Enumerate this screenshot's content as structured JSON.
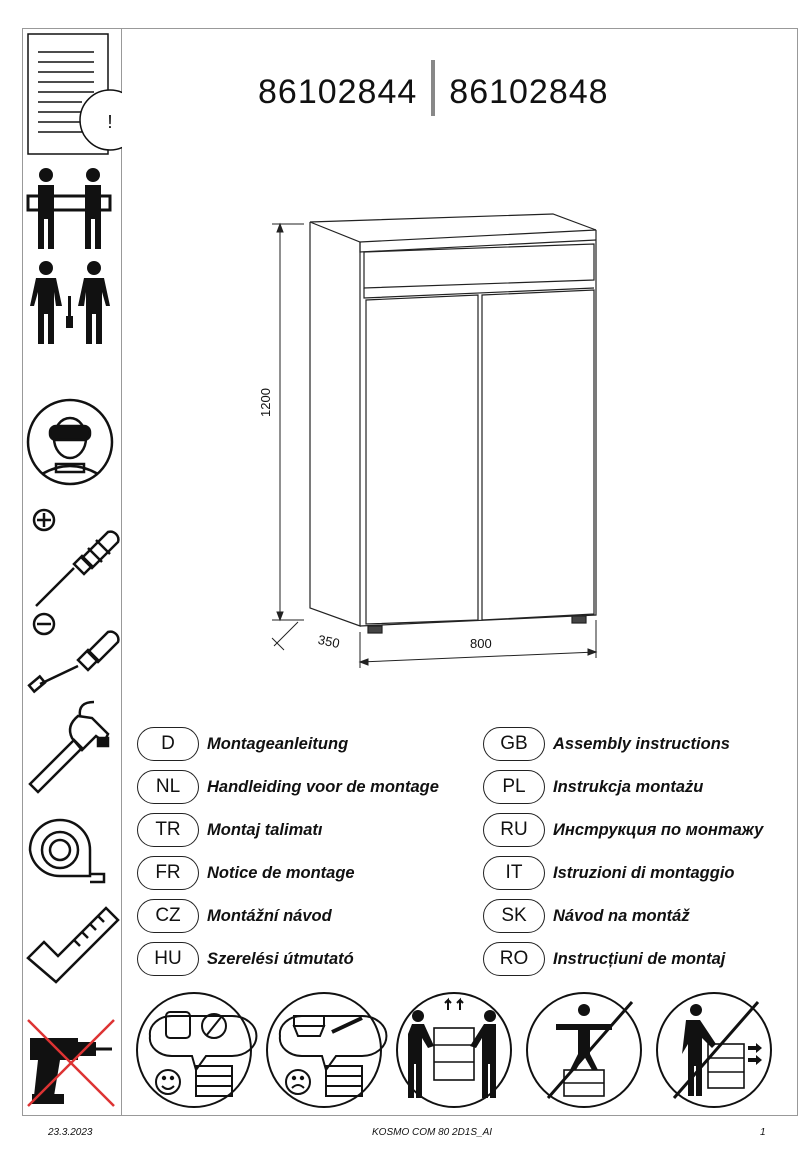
{
  "header": {
    "code_left": "86102844",
    "code_right": "86102848"
  },
  "sidebar": {
    "notice_mark": "!",
    "icons": [
      "document-notice-icon",
      "two-person-lift-icon",
      "two-person-assembly-icon",
      "safety-goggles-icon",
      "phillips-screwdriver-icon",
      "flat-screwdriver-icon",
      "hammer-icon",
      "tape-measure-icon",
      "square-ruler-icon",
      "no-power-drill-icon"
    ]
  },
  "drawing": {
    "height_dim": "1200",
    "depth_dim": "350",
    "width_dim": "800"
  },
  "languages": {
    "left": [
      {
        "code": "D",
        "label": "Montageanleitung"
      },
      {
        "code": "NL",
        "label": "Handleiding voor de montage"
      },
      {
        "code": "TR",
        "label": "Montaj talimatı"
      },
      {
        "code": "FR",
        "label": "Notice de montage"
      },
      {
        "code": "CZ",
        "label": "Montážní návod"
      },
      {
        "code": "HU",
        "label": "Szerelési útmutató"
      }
    ],
    "right": [
      {
        "code": "GB",
        "label": "Assembly instructions"
      },
      {
        "code": "PL",
        "label": "Instrukcja montażu"
      },
      {
        "code": "RU",
        "label": "Инструкция по монтажу"
      },
      {
        "code": "IT",
        "label": "Istruzioni di montaggio"
      },
      {
        "code": "SK",
        "label": "Návod na montáž"
      },
      {
        "code": "RO",
        "label": "Instrucțiuni de montaj"
      }
    ]
  },
  "warnings": {
    "icons": [
      "clean-hands-smile-icon",
      "no-sharp-tools-sad-icon",
      "two-person-carry-icon",
      "no-climbing-icon",
      "no-pushing-icon"
    ]
  },
  "footer": {
    "date": "23.3.2023",
    "document_code": "KOSMO COM 80 2D1S_AI",
    "page_number": "1"
  }
}
